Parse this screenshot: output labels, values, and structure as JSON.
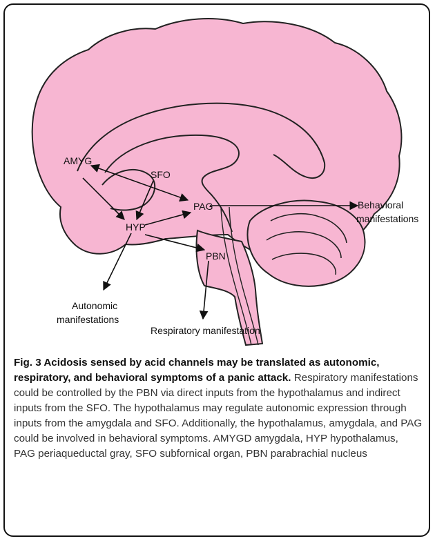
{
  "figure": {
    "brain_color": "#f7b6d2",
    "outline_color": "#222222",
    "labels": {
      "amyg": "AMYG",
      "sfo": "SFO",
      "hyp": "HYP",
      "pag": "PAG",
      "pbn": "PBN",
      "behavioral_line1": "Behavioral",
      "behavioral_line2": "manifestations",
      "autonomic_line1": "Autonomic",
      "autonomic_line2": "manifestations",
      "respiratory": "Respiratory manifestation"
    }
  },
  "caption": {
    "figure_number": "Fig. 3",
    "title": " Acidosis sensed by acid channels may be translated as autonomic, respiratory, and behavioral symptoms of a panic attack.",
    "body": " Respiratory manifestations could be controlled by the PBN via direct inputs from the hypothalamus and indirect inputs from the SFO. The hypothalamus may regulate autonomic expression through inputs from the amygdala and SFO. Additionally, the hypothalamus, amygdala, and PAG could be involved in behavioral symptoms. AMYGD amygdala, HYP hypothalamus, PAG periaqueductal gray, SFO subfornical organ, PBN parabrachial nucleus"
  }
}
